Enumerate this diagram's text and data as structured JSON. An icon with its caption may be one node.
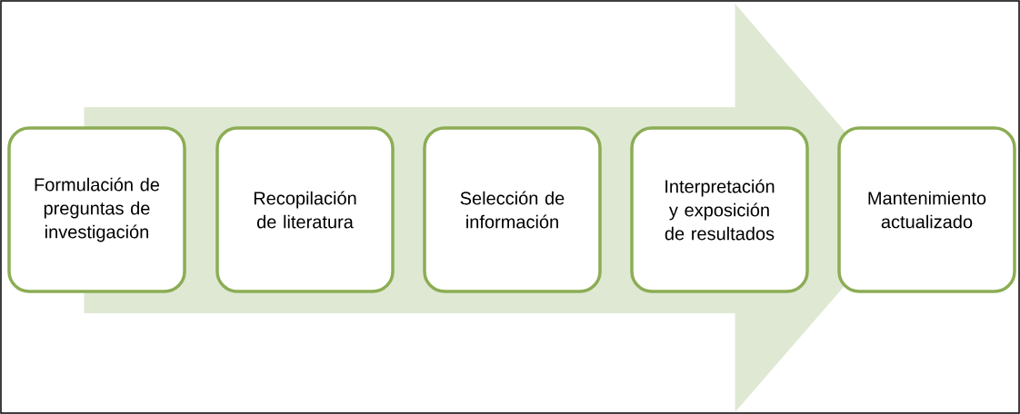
{
  "diagram": {
    "nodes": [
      {
        "text": [
          "Formulación de preguntas de investigación"
        ]
      },
      {
        "text": [
          "Recopilación de literatura"
        ]
      },
      {
        "text": [
          "Selección de información"
        ]
      },
      {
        "text": [
          "Interpretación y exposición de resultados"
        ]
      },
      {
        "text": [
          "Mantenimiento actualizado"
        ]
      }
    ],
    "edges": [
      {
        "from": 0,
        "to": 4,
        "arrow": "to"
      }
    ]
  }
}
